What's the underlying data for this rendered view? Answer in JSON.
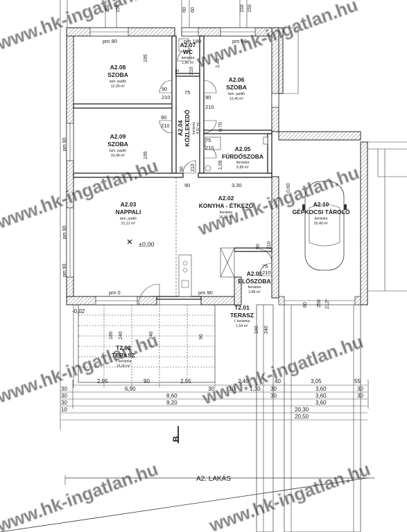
{
  "rooms": [
    {
      "code": "A2.08",
      "name": "SZOBA",
      "material": "lam. padló",
      "area": "12,39 m²"
    },
    {
      "code": "A2.09",
      "name": "SZOBA",
      "material": "lam. padló",
      "area": "10,48 m²"
    },
    {
      "code": "A2.07",
      "name": "WC",
      "material": "kerámia",
      "area": "1,60 m²"
    },
    {
      "code": "A2.06",
      "name": "SZOBA",
      "material": "lam. padló",
      "area": "12,40 m²"
    },
    {
      "code": "A2.04",
      "name": "KÖZLEKEDŐ",
      "material": "kerámia",
      "area": "4,57 m²"
    },
    {
      "code": "A2.05",
      "name": "FÜRDŐSZOBA",
      "material": "kerámia",
      "area": "5,89 m²"
    },
    {
      "code": "A2.03",
      "name": "NAPPALI",
      "material": "lam. padló",
      "area": "21,12 m²"
    },
    {
      "code": "A2.02",
      "name": "KONYHA - ÉTKEZŐ",
      "material": "kerámia",
      "area": "16,93 m²"
    },
    {
      "code": "A2.10",
      "name": "GÉPKOCSI TÁROLÓ",
      "material": "kerámia",
      "area": "20,40 m²"
    },
    {
      "code": "A2.01",
      "name": "ELŐSZOBA",
      "material": "kerámia",
      "area": "2,88 m²"
    },
    {
      "code": "T2.01",
      "name": "TERASZ",
      "material": "f. kerámia",
      "area": "1,54 m²"
    },
    {
      "code": "T2.02",
      "name": "TERASZ",
      "material": "f. kerámia",
      "area": "15,00 m²"
    }
  ],
  "level": "±0,00",
  "corner_level": "-0,02",
  "apartment_label": "A2. LAKÁS",
  "section_marker": "B",
  "watermark": "www.hk-ingatlan.hu",
  "dimensions": {
    "top": [
      "150",
      "150",
      "60",
      "60",
      "150",
      "150"
    ],
    "row1": [
      "2,95",
      "90",
      "2,55",
      "2,40",
      "40",
      "3,05",
      "55"
    ],
    "row2": [
      "30",
      "6,90",
      "30",
      "10",
      "1,30",
      "30",
      "3,60",
      "30"
    ],
    "row3": [
      "30",
      "8,60",
      "30",
      "3,60",
      "30"
    ],
    "row4": [
      "30",
      "9,20",
      "3,60"
    ],
    "row5": [
      "10",
      "20,30"
    ],
    "row6": [
      "20,50"
    ]
  },
  "openings": {
    "pm90": "pm 90",
    "pm180": "pm 180",
    "pm0": "pm 0",
    "n90": "90",
    "n210": "210",
    "n75": "75",
    "n60": "60",
    "n240": "240",
    "n180": "180",
    "n195": "195",
    "n250": "250",
    "n212": "212*",
    "n240b": "2,40",
    "n330": "3,30",
    "n060": "0,60",
    "n105": "1,05",
    "n070": "0,70",
    "n010": "10",
    "n100": "100"
  }
}
